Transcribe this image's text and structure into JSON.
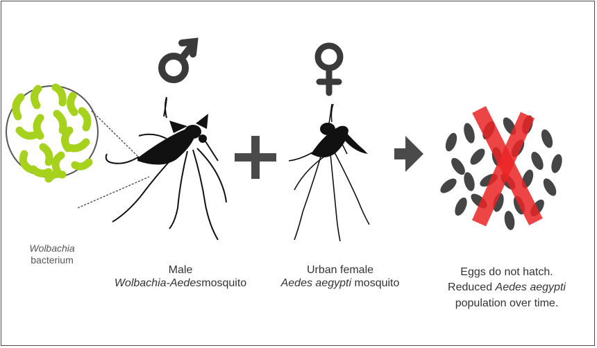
{
  "bacterium": {
    "line1": "Wolbachia",
    "line2": "bacterium"
  },
  "male": {
    "symbol": "♂",
    "line1": "Male",
    "line2_italic": "Wolbachia-Aedes",
    "line2_rest": "mosquito"
  },
  "female": {
    "symbol": "♀",
    "line1": "Urban female",
    "line2_italic": "Aedes aegypti",
    "line2_rest": " mosquito"
  },
  "operators": {
    "plus": "+"
  },
  "result": {
    "line1": "Eggs do not hatch.",
    "line2_start": "Reduced ",
    "line2_italic": "Aedes aegypti",
    "line3": "population over time."
  },
  "colors": {
    "bacteria_green": "#a6d21e",
    "cross_red": "#ea2424",
    "mosquito_black": "#111111",
    "egg_gray": "#454545"
  }
}
